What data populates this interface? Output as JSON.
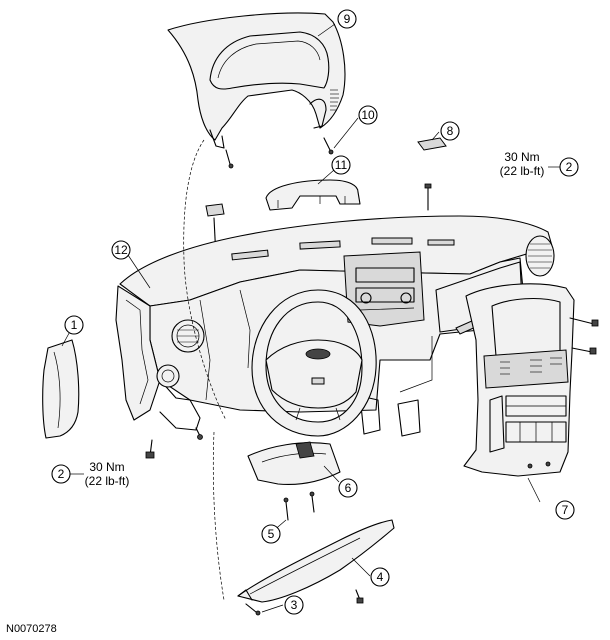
{
  "figure_code": "N0070278",
  "callouts": [
    {
      "id": "c1",
      "number": "1"
    },
    {
      "id": "c2a",
      "number": "2"
    },
    {
      "id": "c2b",
      "number": "2"
    },
    {
      "id": "c3",
      "number": "3"
    },
    {
      "id": "c4",
      "number": "4"
    },
    {
      "id": "c5",
      "number": "5"
    },
    {
      "id": "c6",
      "number": "6"
    },
    {
      "id": "c7",
      "number": "7"
    },
    {
      "id": "c8",
      "number": "8"
    },
    {
      "id": "c9",
      "number": "9"
    },
    {
      "id": "c10",
      "number": "10"
    },
    {
      "id": "c11",
      "number": "11"
    },
    {
      "id": "c12",
      "number": "12"
    }
  ],
  "torque_specs": [
    {
      "id": "torque-right",
      "metric": "30 Nm",
      "imperial": "(22 lb-ft)"
    },
    {
      "id": "torque-left",
      "metric": "30 Nm",
      "imperial": "(22 lb-ft)"
    }
  ]
}
